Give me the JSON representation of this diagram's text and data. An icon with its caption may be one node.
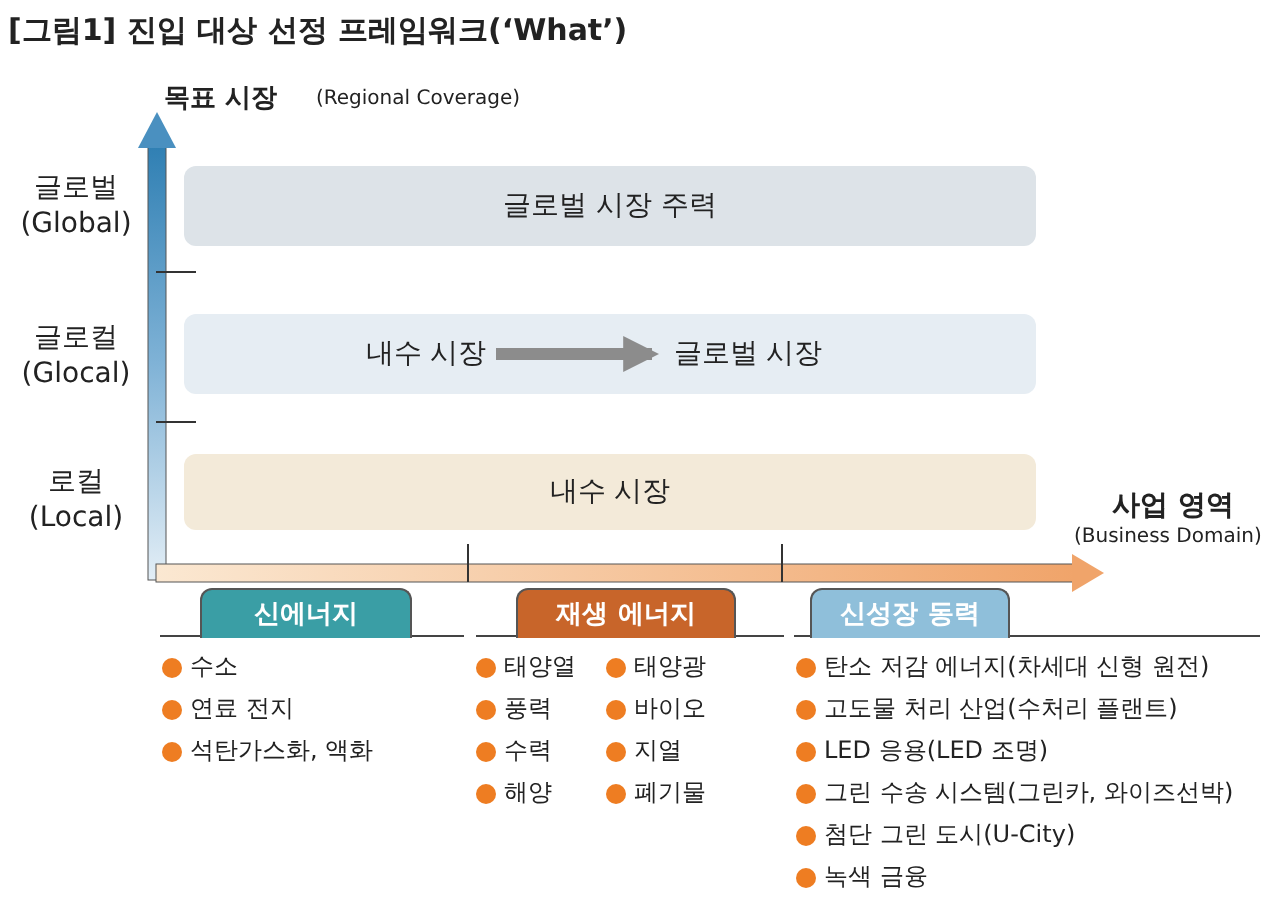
{
  "diagram": {
    "title": "[그림1] 진입 대상 선정 프레임워크(‘What’)",
    "nodes": [
      {
        "text": [
          "글로벌 시장 주력"
        ]
      },
      {
        "text": [],
        "shape": "bar"
      },
      {
        "text": [
          "내수 시장"
        ],
        "in": 1
      },
      {
        "text": [
          "글로벌 시장"
        ],
        "in": 1
      },
      {
        "text": [
          "내수 시장"
        ]
      },
      {
        "text": [
          "신에너지"
        ]
      },
      {
        "text": [
          "재생 에너지"
        ]
      },
      {
        "text": [
          "신성장 동력"
        ]
      }
    ],
    "edges": [
      {
        "from": 2,
        "to": 3,
        "arrow": "to"
      }
    ],
    "labels": [
      "목표 시장",
      "(Regional Coverage)",
      "글로벌",
      "(Global)",
      "글로컬",
      "(Glocal)",
      "로컬",
      "(Local)",
      "사업 영역",
      "(Business Domain)",
      "수소",
      "연료 전지",
      "석탄가스화, 액화",
      "태양열",
      "풍력",
      "수력",
      "해양",
      "태양광",
      "바이오",
      "지열",
      "폐기물",
      "탄소 저감 에너지(차세대 신형 원전)",
      "고도물 처리 산업(수처리 플랜트)",
      "LED 응용(LED 조명)",
      "그린 수송 시스템(그린카, 와이즈선박)",
      "첨단 그린 도시(U-City)",
      "녹색 금융"
    ]
  }
}
